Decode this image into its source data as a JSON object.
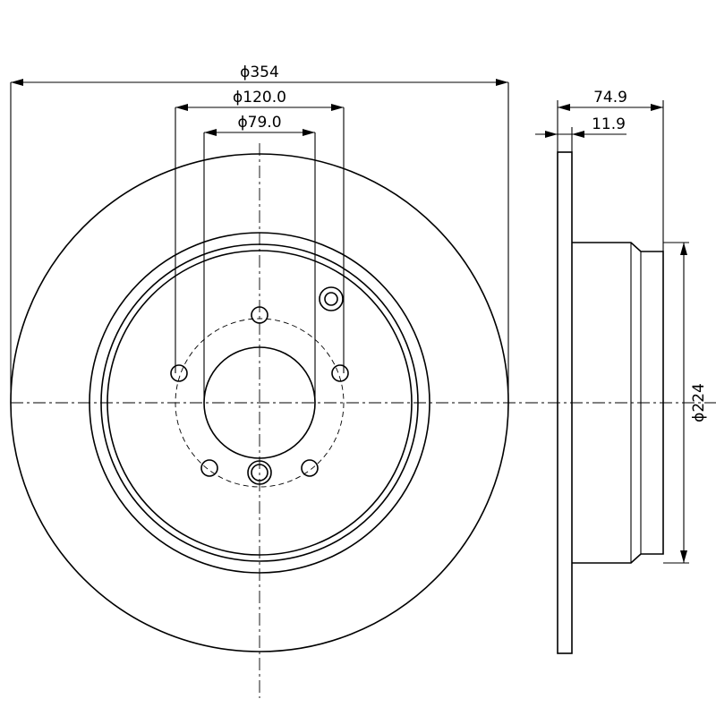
{
  "dimensions": {
    "outer_diameter": "ϕ354",
    "bolt_circle": "ϕ120.0",
    "center_bore": "ϕ79.0",
    "overall_height": "74.9",
    "disc_thickness": "11.9",
    "hat_diameter": "ϕ224"
  }
}
